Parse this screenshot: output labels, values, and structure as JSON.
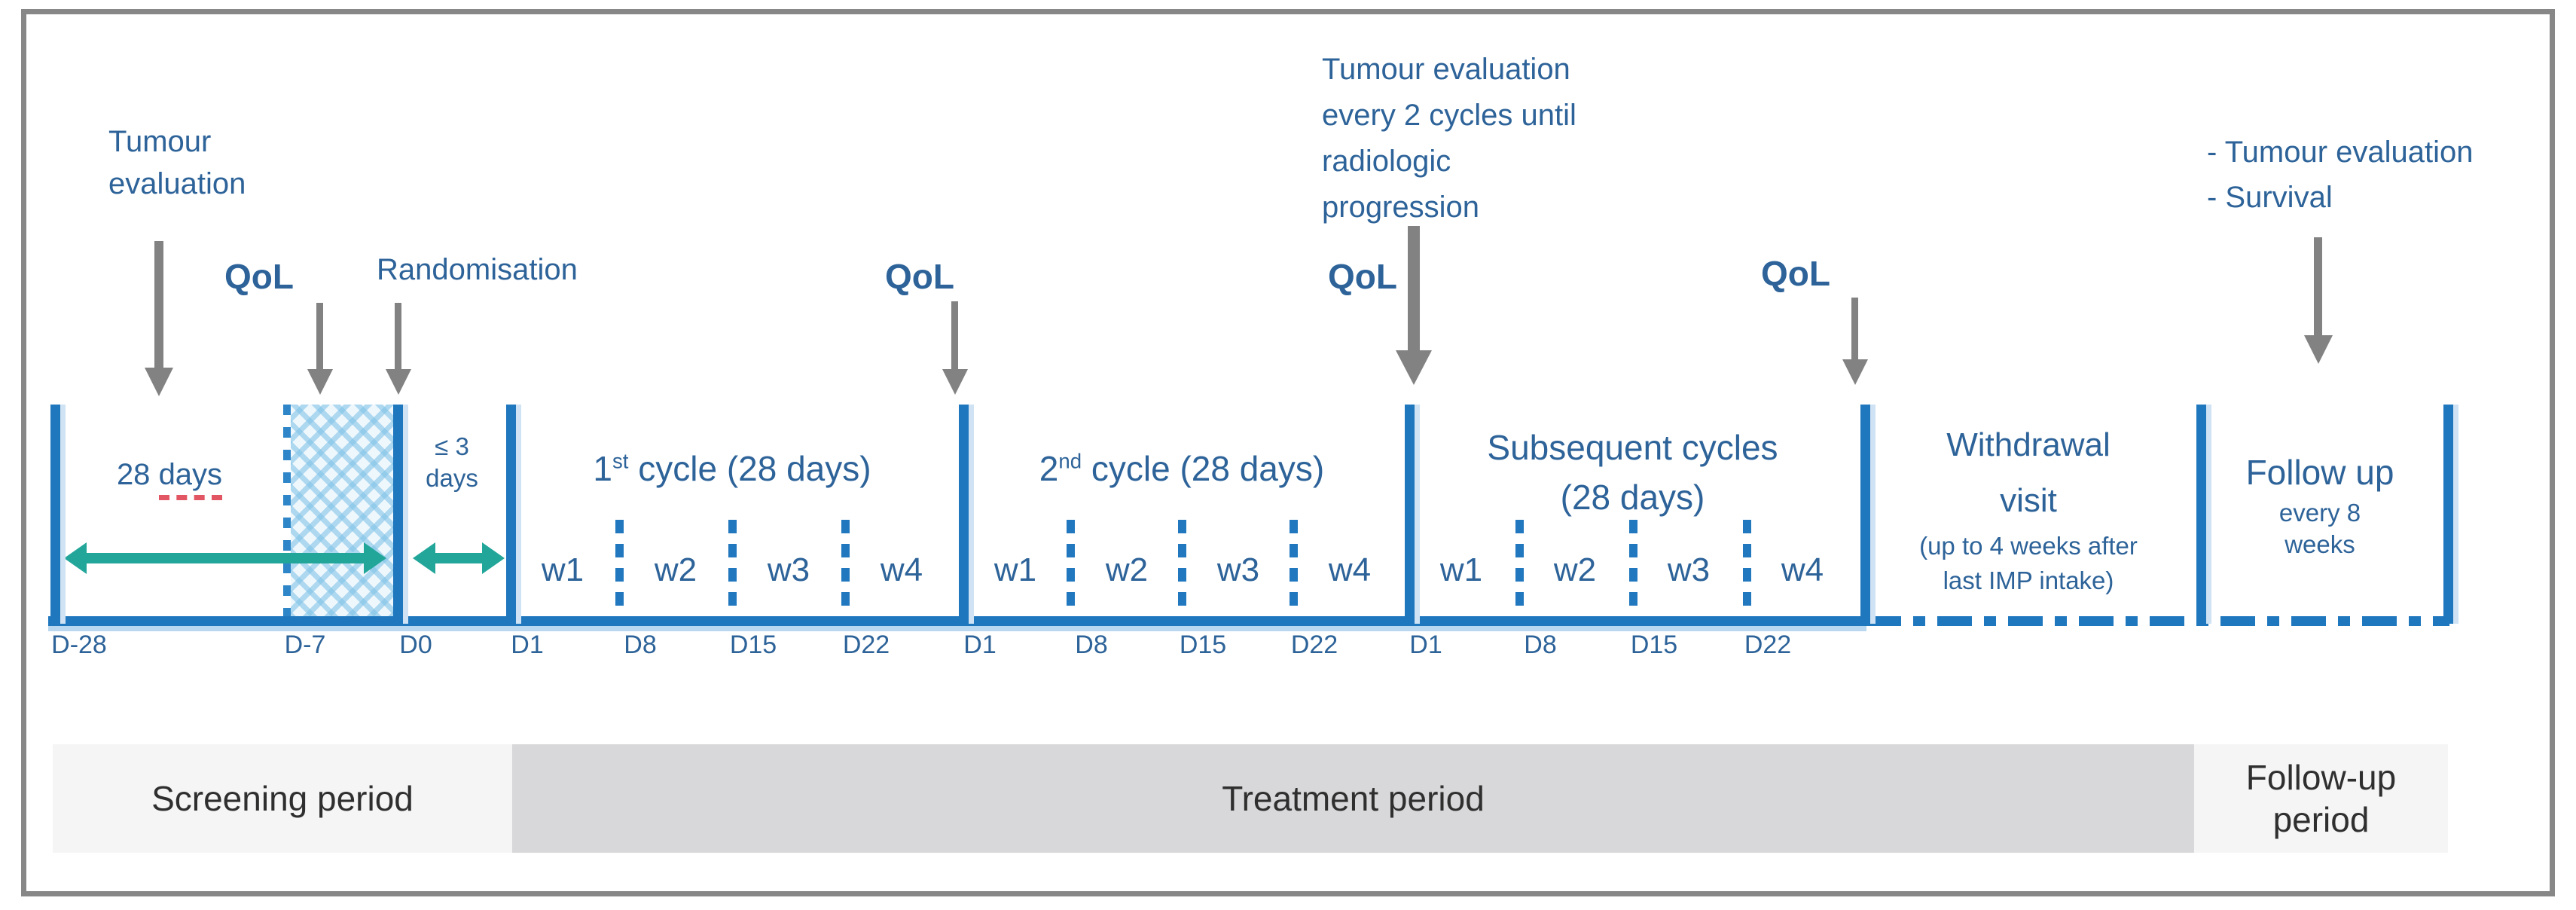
{
  "palette": {
    "bar_blue": "#1f77be",
    "bar_shadow": "#cfe3f4",
    "text_blue": "#2d6399",
    "teal_arrow": "#23a69a",
    "arrow_gray": "#828282",
    "underline_red": "#e25563",
    "hatch_blue": "#82c3e8",
    "footer_light": "#f5f5f6",
    "footer_dark": "#d8d8da",
    "footer_text": "#2f2f2f",
    "frame_gray": "#878787"
  },
  "annotations": {
    "tumour_eval_left": "Tumour evaluation",
    "qol": "QoL",
    "randomisation": "Randomisation",
    "tumour_eval_mid": [
      "Tumour evaluation",
      "every 2 cycles until",
      "radiologic",
      "progression"
    ],
    "final_eval": [
      "- Tumour evaluation",
      "- Survival"
    ]
  },
  "screening": {
    "duration_value": "28",
    "duration_unit": "days",
    "window_line1": "≤ 3",
    "window_line2": "days",
    "days": [
      "D-28",
      "D-7",
      "D0"
    ]
  },
  "cycles": [
    {
      "title_num": "1",
      "title_sup": "st",
      "title_rest": " cycle (28 days)",
      "weeks": [
        "w1",
        "w2",
        "w3",
        "w4"
      ],
      "days": [
        "D1",
        "D8",
        "D15",
        "D22"
      ]
    },
    {
      "title_num": "2",
      "title_sup": "nd",
      "title_rest": " cycle (28 days)",
      "weeks": [
        "w1",
        "w2",
        "w3",
        "w4"
      ],
      "days": [
        "D1",
        "D8",
        "D15",
        "D22"
      ]
    },
    {
      "title_line1": "Subsequent cycles",
      "title_line2": "(28 days)",
      "weeks": [
        "w1",
        "w2",
        "w3",
        "w4"
      ],
      "days": [
        "D1",
        "D8",
        "D15",
        "D22"
      ]
    }
  ],
  "withdrawal": {
    "title_line1": "Withdrawal",
    "title_line2": "visit",
    "note_line1": "(up to 4 weeks after",
    "note_line2": "last IMP intake)"
  },
  "followup": {
    "title": "Follow up",
    "note_line1": "every 8",
    "note_line2": "weeks"
  },
  "footer": {
    "screening": "Screening period",
    "treatment": "Treatment period",
    "followup": "Follow-up period"
  }
}
